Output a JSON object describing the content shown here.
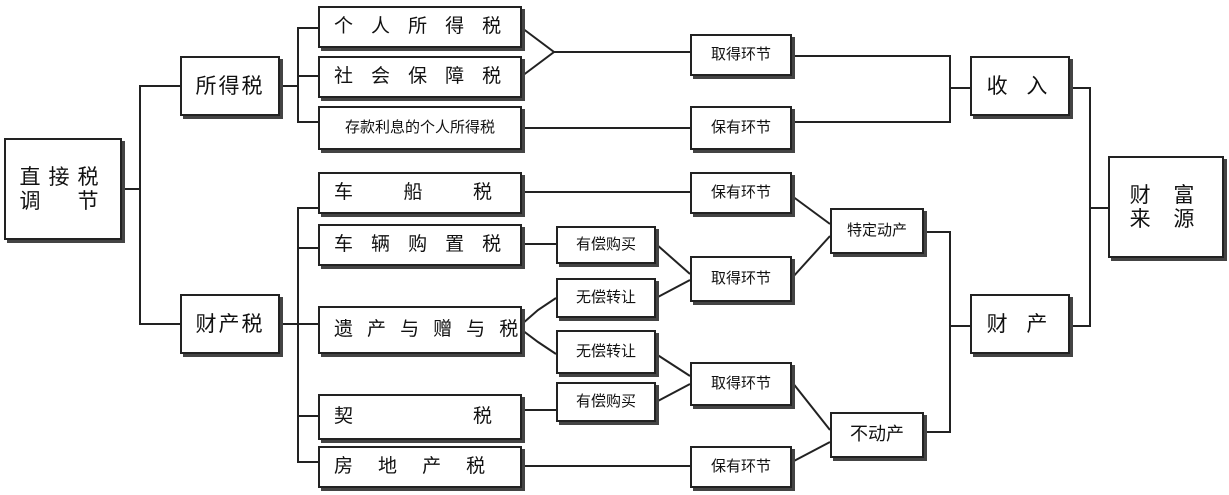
{
  "root": {
    "line1": "直接税",
    "line2": "调　节"
  },
  "categories": {
    "income_tax": "所得税",
    "property_tax": "财产税"
  },
  "taxes": {
    "personal_income": "个 人 所 得 税",
    "social_security": "社 会 保 障 税",
    "deposit_interest": "存款利息的个人所得税",
    "vehicle_vessel_a": "车",
    "vehicle_vessel_b": "船",
    "vehicle_vessel_c": "税",
    "vehicle_purchase": "车 辆 购 置 税",
    "inheritance_gift": "遗 产 与 赠 与 税",
    "deed_a": "契",
    "deed_b": "税",
    "real_estate": "房　 地　 产　 税"
  },
  "transfers": {
    "paid_purchase": "有偿购买",
    "free_transfer": "无偿转让"
  },
  "stages": {
    "acquire": "取得环节",
    "hold": "保有环节"
  },
  "asset_types": {
    "movable": "特定动产",
    "immovable": "不动产"
  },
  "outcomes": {
    "income": "收 入",
    "property": "财 产"
  },
  "final": {
    "line1": "财 富",
    "line2": "来 源"
  }
}
